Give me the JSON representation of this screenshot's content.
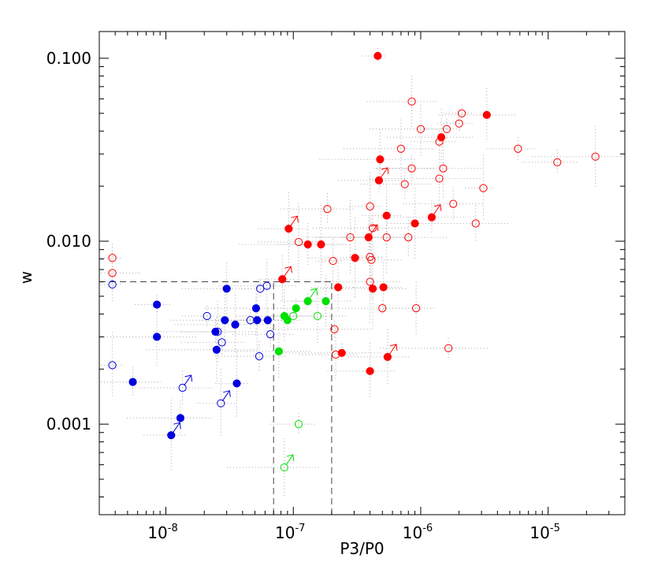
{
  "chart_data": {
    "type": "scatter",
    "title": "",
    "xlabel": "P3/P0",
    "ylabel": "w",
    "xscale": "log",
    "yscale": "log",
    "xlim": [
      3e-09,
      4e-05
    ],
    "ylim": [
      0.00032,
      0.14
    ],
    "grid": false,
    "x_ticks": [
      {
        "value": 1e-08,
        "base": "10",
        "exp": "-8"
      },
      {
        "value": 1e-07,
        "base": "10",
        "exp": "-7"
      },
      {
        "value": 1e-06,
        "base": "10",
        "exp": "-6"
      },
      {
        "value": 1e-05,
        "base": "10",
        "exp": "-5"
      }
    ],
    "y_ticks": [
      {
        "value": 0.001,
        "label": "0.001"
      },
      {
        "value": 0.01,
        "label": "0.010"
      },
      {
        "value": 0.1,
        "label": "0.100"
      }
    ],
    "reference_lines": [
      {
        "kind": "vertical",
        "x": 7e-08,
        "y_to": 0.006
      },
      {
        "kind": "vertical",
        "x": 2e-07,
        "y_to": 0.006
      },
      {
        "kind": "horizontal",
        "y": 0.006,
        "x_to": 2e-07
      }
    ],
    "colors": {
      "red": "#ff0000",
      "blue": "#0000e0",
      "green": "#00e000",
      "error_bar": "#aaaaaa",
      "frame": "#000000",
      "reference": "#444444"
    },
    "series": [
      {
        "color": "red",
        "points": [
          {
            "x": 4.6e-07,
            "y": 0.103,
            "filled": true
          },
          {
            "x": 8.5e-07,
            "y": 0.058,
            "filled": false
          },
          {
            "x": 2.1e-06,
            "y": 0.05,
            "filled": false
          },
          {
            "x": 3.3e-06,
            "y": 0.049,
            "filled": true
          },
          {
            "x": 2e-06,
            "y": 0.044,
            "filled": false
          },
          {
            "x": 1e-06,
            "y": 0.041,
            "filled": false
          },
          {
            "x": 1.6e-06,
            "y": 0.041,
            "filled": false
          },
          {
            "x": 1.45e-06,
            "y": 0.037,
            "filled": true
          },
          {
            "x": 1.4e-06,
            "y": 0.035,
            "filled": false
          },
          {
            "x": 7e-07,
            "y": 0.032,
            "filled": false
          },
          {
            "x": 5.8e-06,
            "y": 0.032,
            "filled": false
          },
          {
            "x": 4.8e-07,
            "y": 0.028,
            "filled": true
          },
          {
            "x": 1.18e-05,
            "y": 0.027,
            "filled": false
          },
          {
            "x": 2.35e-05,
            "y": 0.029,
            "filled": false
          },
          {
            "x": 8.5e-07,
            "y": 0.025,
            "filled": false
          },
          {
            "x": 1.5e-06,
            "y": 0.025,
            "filled": false
          },
          {
            "x": 4.7e-07,
            "y": 0.0215,
            "filled": true,
            "arrow": true
          },
          {
            "x": 1.4e-06,
            "y": 0.022,
            "filled": false
          },
          {
            "x": 7.5e-07,
            "y": 0.0205,
            "filled": false
          },
          {
            "x": 3.1e-06,
            "y": 0.0195,
            "filled": false
          },
          {
            "x": 1.85e-07,
            "y": 0.015,
            "filled": false
          },
          {
            "x": 4e-07,
            "y": 0.0155,
            "filled": false
          },
          {
            "x": 1.8e-06,
            "y": 0.016,
            "filled": false
          },
          {
            "x": 5.4e-07,
            "y": 0.0138,
            "filled": true
          },
          {
            "x": 1.22e-06,
            "y": 0.0135,
            "filled": true,
            "arrow": true
          },
          {
            "x": 9e-07,
            "y": 0.0125,
            "filled": true
          },
          {
            "x": 2.7e-06,
            "y": 0.0125,
            "filled": false
          },
          {
            "x": 9.2e-08,
            "y": 0.0117,
            "filled": true,
            "arrow": true
          },
          {
            "x": 4.2e-07,
            "y": 0.0118,
            "filled": false
          },
          {
            "x": 2.8e-07,
            "y": 0.0105,
            "filled": false
          },
          {
            "x": 3.9e-07,
            "y": 0.0105,
            "filled": true,
            "arrow": true
          },
          {
            "x": 5.4e-07,
            "y": 0.0105,
            "filled": false
          },
          {
            "x": 8e-07,
            "y": 0.0105,
            "filled": false
          },
          {
            "x": 1.1e-07,
            "y": 0.0099,
            "filled": false
          },
          {
            "x": 1.3e-07,
            "y": 0.0096,
            "filled": true
          },
          {
            "x": 1.65e-07,
            "y": 0.0096,
            "filled": true
          },
          {
            "x": 2.05e-07,
            "y": 0.0078,
            "filled": false
          },
          {
            "x": 3.05e-07,
            "y": 0.0081,
            "filled": true
          },
          {
            "x": 4e-07,
            "y": 0.0082,
            "filled": false
          },
          {
            "x": 4.1e-07,
            "y": 0.0079,
            "filled": false
          },
          {
            "x": 8.2e-08,
            "y": 0.0062,
            "filled": true,
            "arrow": true
          },
          {
            "x": 4e-07,
            "y": 0.006,
            "filled": false
          },
          {
            "x": 2.25e-07,
            "y": 0.0056,
            "filled": true
          },
          {
            "x": 4.2e-07,
            "y": 0.0055,
            "filled": true
          },
          {
            "x": 5.1e-07,
            "y": 0.0056,
            "filled": true
          },
          {
            "x": 5e-07,
            "y": 0.0043,
            "filled": false
          },
          {
            "x": 9.2e-07,
            "y": 0.0043,
            "filled": false
          },
          {
            "x": 2.1e-07,
            "y": 0.0033,
            "filled": false
          },
          {
            "x": 2.15e-07,
            "y": 0.0024,
            "filled": false
          },
          {
            "x": 2.4e-07,
            "y": 0.00245,
            "filled": true
          },
          {
            "x": 5.5e-07,
            "y": 0.00233,
            "filled": true,
            "arrow": true
          },
          {
            "x": 1.65e-06,
            "y": 0.0026,
            "filled": false
          },
          {
            "x": 4e-07,
            "y": 0.00195,
            "filled": true
          },
          {
            "x": 3.8e-09,
            "y": 0.0081,
            "filled": false
          },
          {
            "x": 3.8e-09,
            "y": 0.0067,
            "filled": false
          }
        ]
      },
      {
        "color": "blue",
        "points": [
          {
            "x": 3.8e-09,
            "y": 0.0058,
            "filled": false
          },
          {
            "x": 3e-08,
            "y": 0.0055,
            "filled": true
          },
          {
            "x": 5.5e-08,
            "y": 0.0055,
            "filled": false
          },
          {
            "x": 6.2e-08,
            "y": 0.0057,
            "filled": false
          },
          {
            "x": 8.5e-09,
            "y": 0.0045,
            "filled": true
          },
          {
            "x": 5.1e-08,
            "y": 0.0043,
            "filled": true
          },
          {
            "x": 2.1e-08,
            "y": 0.0039,
            "filled": false
          },
          {
            "x": 2.9e-08,
            "y": 0.0037,
            "filled": true
          },
          {
            "x": 4.6e-08,
            "y": 0.0037,
            "filled": false
          },
          {
            "x": 5.2e-08,
            "y": 0.0037,
            "filled": true
          },
          {
            "x": 6.3e-08,
            "y": 0.0037,
            "filled": true
          },
          {
            "x": 3.5e-08,
            "y": 0.0035,
            "filled": true
          },
          {
            "x": 2.45e-08,
            "y": 0.0032,
            "filled": true
          },
          {
            "x": 2.55e-08,
            "y": 0.0032,
            "filled": false
          },
          {
            "x": 6.6e-08,
            "y": 0.0031,
            "filled": false
          },
          {
            "x": 8.5e-09,
            "y": 0.003,
            "filled": true
          },
          {
            "x": 2.75e-08,
            "y": 0.0028,
            "filled": false
          },
          {
            "x": 2.5e-08,
            "y": 0.00255,
            "filled": true
          },
          {
            "x": 5.4e-08,
            "y": 0.00235,
            "filled": false
          },
          {
            "x": 3.8e-09,
            "y": 0.0021,
            "filled": false
          },
          {
            "x": 5.5e-09,
            "y": 0.0017,
            "filled": true
          },
          {
            "x": 3.6e-08,
            "y": 0.00167,
            "filled": true
          },
          {
            "x": 1.35e-08,
            "y": 0.00158,
            "filled": false,
            "arrow": true
          },
          {
            "x": 2.7e-08,
            "y": 0.0013,
            "filled": false,
            "arrow": true
          },
          {
            "x": 1.3e-08,
            "y": 0.00108,
            "filled": true
          },
          {
            "x": 1.1e-08,
            "y": 0.00087,
            "filled": true,
            "arrow": true
          }
        ]
      },
      {
        "color": "green",
        "points": [
          {
            "x": 1.3e-07,
            "y": 0.0047,
            "filled": true,
            "arrow": true
          },
          {
            "x": 1.8e-07,
            "y": 0.0047,
            "filled": true
          },
          {
            "x": 1.05e-07,
            "y": 0.0043,
            "filled": true
          },
          {
            "x": 8.5e-08,
            "y": 0.0039,
            "filled": true
          },
          {
            "x": 1e-07,
            "y": 0.0039,
            "filled": false
          },
          {
            "x": 1.55e-07,
            "y": 0.0039,
            "filled": false
          },
          {
            "x": 9e-08,
            "y": 0.0037,
            "filled": true
          },
          {
            "x": 7.7e-08,
            "y": 0.0025,
            "filled": true
          },
          {
            "x": 1.1e-07,
            "y": 0.001,
            "filled": false
          },
          {
            "x": 8.5e-08,
            "y": 0.00058,
            "filled": false,
            "arrow": true
          }
        ]
      }
    ]
  }
}
